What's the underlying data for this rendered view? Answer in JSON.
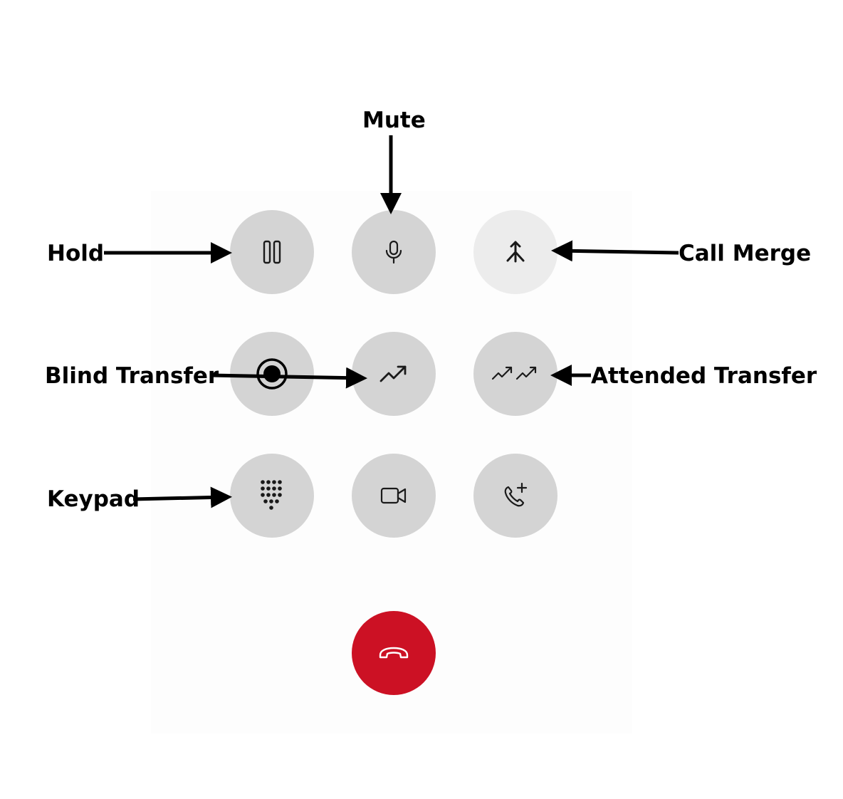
{
  "labels": {
    "mute": "Mute",
    "hold": "Hold",
    "call_merge": "Call Merge",
    "blind_transfer": "Blind Transfer",
    "attended_transfer": "Attended Transfer",
    "keypad": "Keypad"
  },
  "colors": {
    "button": "#d4d4d4",
    "button_disabled": "#ececec",
    "end_call": "#cc1124",
    "icon": "#1a1a1a",
    "arrow": "#000000"
  },
  "buttons": [
    {
      "id": "hold",
      "icon": "pause-icon",
      "state": "enabled"
    },
    {
      "id": "mute",
      "icon": "microphone-icon",
      "state": "enabled"
    },
    {
      "id": "call-merge",
      "icon": "merge-icon",
      "state": "disabled"
    },
    {
      "id": "record",
      "icon": "record-icon",
      "state": "enabled"
    },
    {
      "id": "blind-transfer",
      "icon": "trending-up-icon",
      "state": "enabled"
    },
    {
      "id": "attended-transfer",
      "icon": "double-trending-up-icon",
      "state": "enabled"
    },
    {
      "id": "keypad",
      "icon": "dialpad-icon",
      "state": "enabled"
    },
    {
      "id": "video",
      "icon": "video-camera-icon",
      "state": "enabled"
    },
    {
      "id": "add-call",
      "icon": "phone-plus-icon",
      "state": "enabled"
    },
    {
      "id": "end-call",
      "icon": "hang-up-icon",
      "state": "enabled"
    }
  ]
}
